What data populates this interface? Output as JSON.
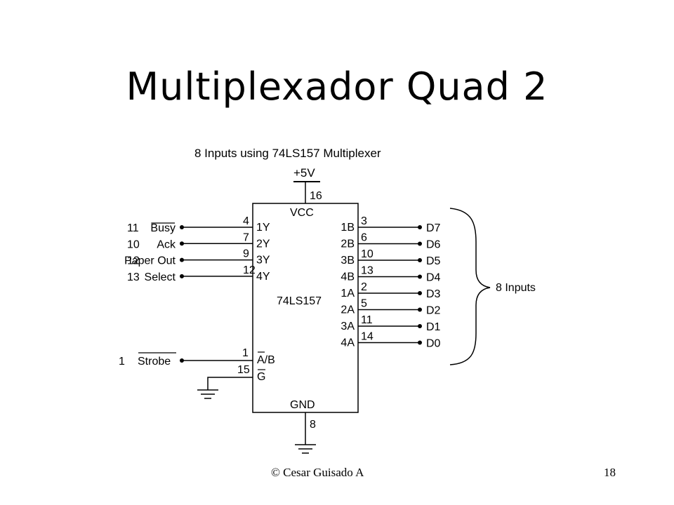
{
  "slide": {
    "title": "Multiplexador Quad 2",
    "footer_left": "© Cesar Guisado A",
    "page_number": "18"
  },
  "diagram": {
    "heading": "8 Inputs using 74LS157 Multiplexer",
    "supply_label": "+5V",
    "chip": {
      "name": "74LS157",
      "vcc_label": "VCC",
      "vcc_pin": "16",
      "gnd_label": "GND",
      "gnd_pin": "8"
    },
    "left_pins": [
      {
        "pin": "4",
        "label": "1Y",
        "signal_num": "11",
        "signal": "Busy",
        "overline": true
      },
      {
        "pin": "7",
        "label": "2Y",
        "signal_num": "10",
        "signal": "Ack",
        "overline": false
      },
      {
        "pin": "9",
        "label": "3Y",
        "signal_num": "12",
        "signal": "Paper Out",
        "overline": false
      },
      {
        "pin": "12",
        "label": "4Y",
        "signal_num": "13",
        "signal": "Select",
        "overline": false
      }
    ],
    "select_pin": {
      "pin": "1",
      "label": "A/B",
      "signal_num": "1",
      "signal": "Strobe"
    },
    "enable_pin": {
      "pin": "15",
      "label": "G"
    },
    "right_pins": [
      {
        "pin": "3",
        "label": "1B",
        "data": "D7"
      },
      {
        "pin": "6",
        "label": "2B",
        "data": "D6"
      },
      {
        "pin": "10",
        "label": "3B",
        "data": "D5"
      },
      {
        "pin": "13",
        "label": "4B",
        "data": "D4"
      },
      {
        "pin": "2",
        "label": "1A",
        "data": "D3"
      },
      {
        "pin": "5",
        "label": "2A",
        "data": "D2"
      },
      {
        "pin": "11",
        "label": "3A",
        "data": "D1"
      },
      {
        "pin": "14",
        "label": "4A",
        "data": "D0"
      }
    ],
    "brace_label": "8 Inputs"
  }
}
